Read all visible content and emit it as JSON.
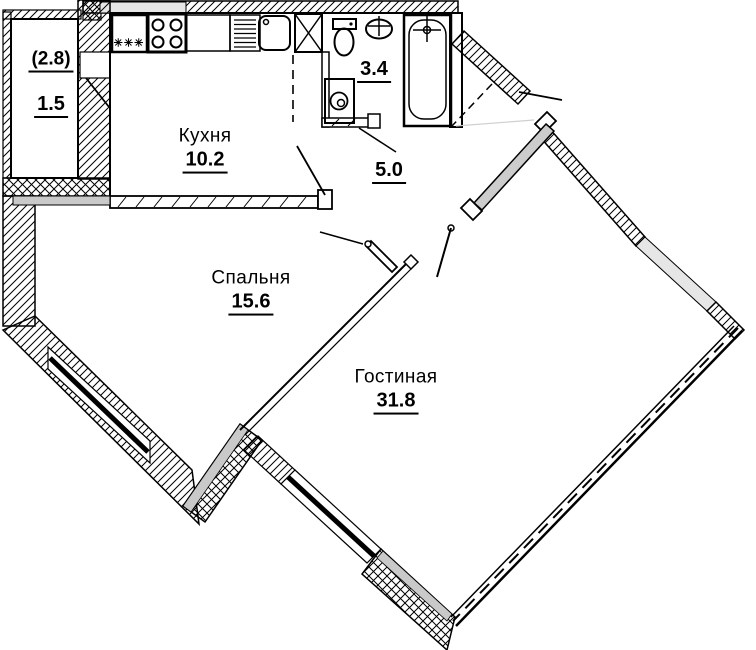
{
  "rooms": {
    "kitchen": {
      "label": "Кухня",
      "area": "10.2"
    },
    "bedroom": {
      "label": "Спальня",
      "area": "15.6"
    },
    "living_room": {
      "label": "Гостиная",
      "area": "31.8"
    },
    "bathroom": {
      "area": "3.4"
    },
    "hallway": {
      "area": "5.0"
    },
    "loggia": {
      "area": "1.5",
      "area_alt": "(2.8)"
    }
  },
  "symbols": {
    "counter_marks": "✳✳✳"
  },
  "fixtures": [
    "counter-cabinet",
    "stove",
    "counter",
    "dish-rack",
    "kitchen-sink",
    "vent-shaft",
    "toilet",
    "washbasin",
    "bathtub",
    "washing-machine"
  ],
  "colors": {
    "wall": "#000000",
    "window_gray": "#c9c9c9",
    "window_light": "#e6e6e6",
    "partition_gray": "#cccccc",
    "ghost_line": "#cfcfcf",
    "background": "#ffffff"
  }
}
